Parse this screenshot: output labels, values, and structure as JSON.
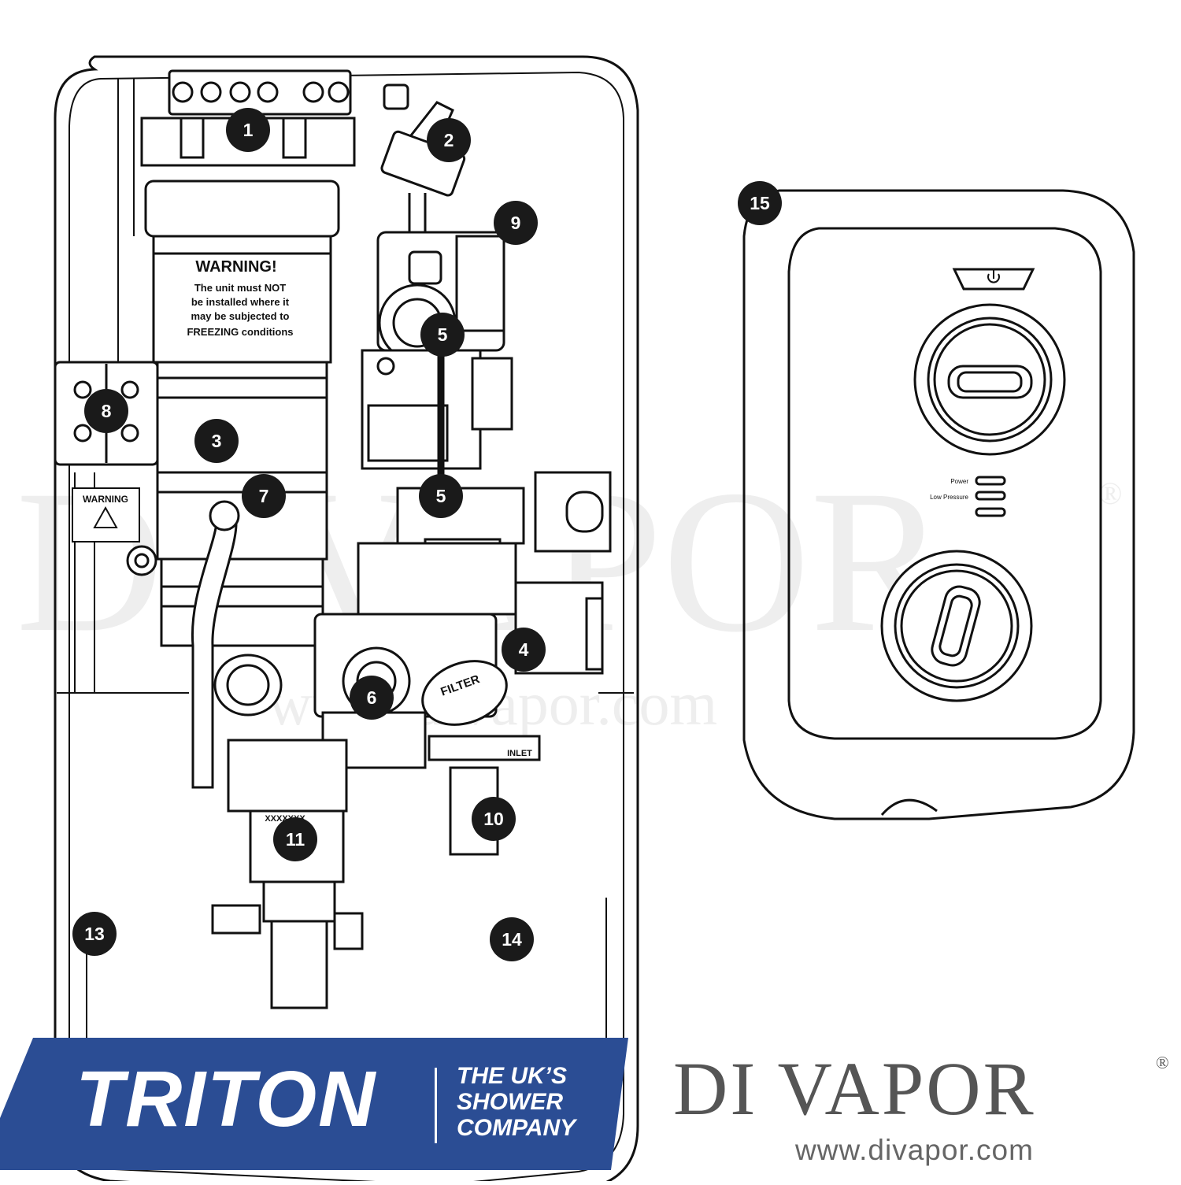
{
  "diagram": {
    "callouts": [
      {
        "id": "1",
        "label": "1"
      },
      {
        "id": "2",
        "label": "2"
      },
      {
        "id": "3",
        "label": "3"
      },
      {
        "id": "4",
        "label": "4"
      },
      {
        "id": "5a",
        "label": "5"
      },
      {
        "id": "5b",
        "label": "5"
      },
      {
        "id": "6",
        "label": "6"
      },
      {
        "id": "7",
        "label": "7"
      },
      {
        "id": "8",
        "label": "8"
      },
      {
        "id": "9",
        "label": "9"
      },
      {
        "id": "10",
        "label": "10"
      },
      {
        "id": "11",
        "label": "11"
      },
      {
        "id": "13",
        "label": "13"
      },
      {
        "id": "14",
        "label": "14"
      },
      {
        "id": "15",
        "label": "15"
      }
    ],
    "heater_warning": {
      "title": "WARNING!",
      "lines": [
        "The unit must NOT",
        "be installed where it",
        "may be subjected to",
        "FREEZING conditions"
      ]
    },
    "side_warning": "WARNING",
    "filter_label": "FILTER",
    "inlet_label": "INLET",
    "part_code": "XXXXXXX",
    "control_panel": {
      "indicator_power": "Power",
      "indicator_pressure": "Low Pressure"
    }
  },
  "watermark": {
    "text": "DI VAPOR",
    "url": "www.divapor.com",
    "reg": "®"
  },
  "logos": {
    "triton": {
      "name": "TRITON",
      "tagline": [
        "THE UK’S",
        "SHOWER",
        "COMPANY"
      ],
      "color": "#2b4d94"
    },
    "divapor": {
      "name": "DI VAPOR",
      "reg": "®",
      "url": "www.divapor.com"
    }
  }
}
